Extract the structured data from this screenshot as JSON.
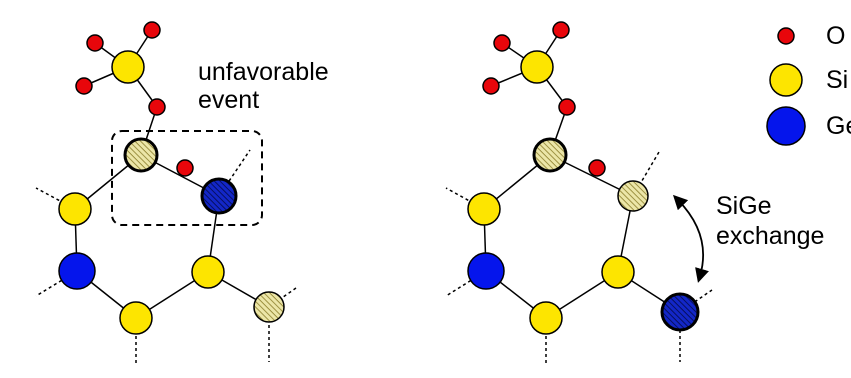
{
  "annotations": {
    "left_note_line1": "unfavorable",
    "left_note_line2": "event",
    "right_note_line1": "SiGe",
    "right_note_line2": "exchange"
  },
  "legend": [
    {
      "key": "O",
      "label": "O",
      "color": "#e8060b"
    },
    {
      "key": "Si",
      "label": "Si",
      "color": "#fde500"
    },
    {
      "key": "Ge",
      "label": "Ge",
      "color": "#0515ec"
    }
  ],
  "colors": {
    "oxygen": "#e8060b",
    "silicon": "#fde500",
    "germanium": "#0515ec",
    "germanium_dark": "#0a1a8c",
    "hatched_silicon": "#d7cf7c",
    "outline": "#000000"
  }
}
